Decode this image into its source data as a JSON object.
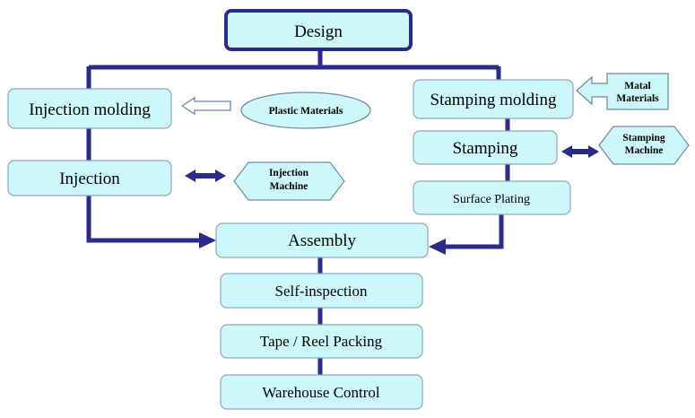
{
  "nodes": {
    "design": "Design",
    "injection_molding": "Injection molding",
    "injection": "Injection",
    "stamping_molding": "Stamping molding",
    "stamping": "Stamping",
    "surface_plating": "Surface Plating",
    "assembly": "Assembly",
    "self_inspection": "Self-inspection",
    "tape_reel_packing": "Tape / Reel Packing",
    "warehouse_control": "Warehouse Control"
  },
  "inputs": {
    "plastic_materials": "Plastic Materials",
    "injection_machine": [
      "Injection",
      "Machine"
    ],
    "metal_materials": [
      "Matal",
      "Materials"
    ],
    "stamping_machine": [
      "Stamping",
      "Machine"
    ]
  },
  "colors": {
    "box_fill": "#ccf7fb",
    "connector": "#2a2a8a",
    "box_border": "#8fa7bd"
  }
}
